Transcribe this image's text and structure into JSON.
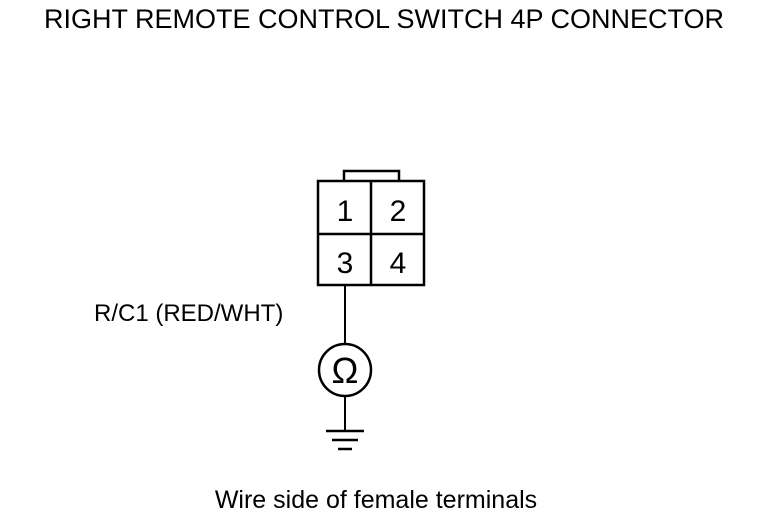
{
  "title": "RIGHT REMOTE CONTROL SWITCH 4P CONNECTOR",
  "connector": {
    "terminals": [
      "1",
      "2",
      "3",
      "4"
    ]
  },
  "wire": {
    "label": "R/C1 (RED/WHT)"
  },
  "meter": {
    "symbol": "Ω",
    "name": "ohmmeter-icon"
  },
  "ground": {
    "name": "ground-icon"
  },
  "caption": "Wire side of female terminals"
}
